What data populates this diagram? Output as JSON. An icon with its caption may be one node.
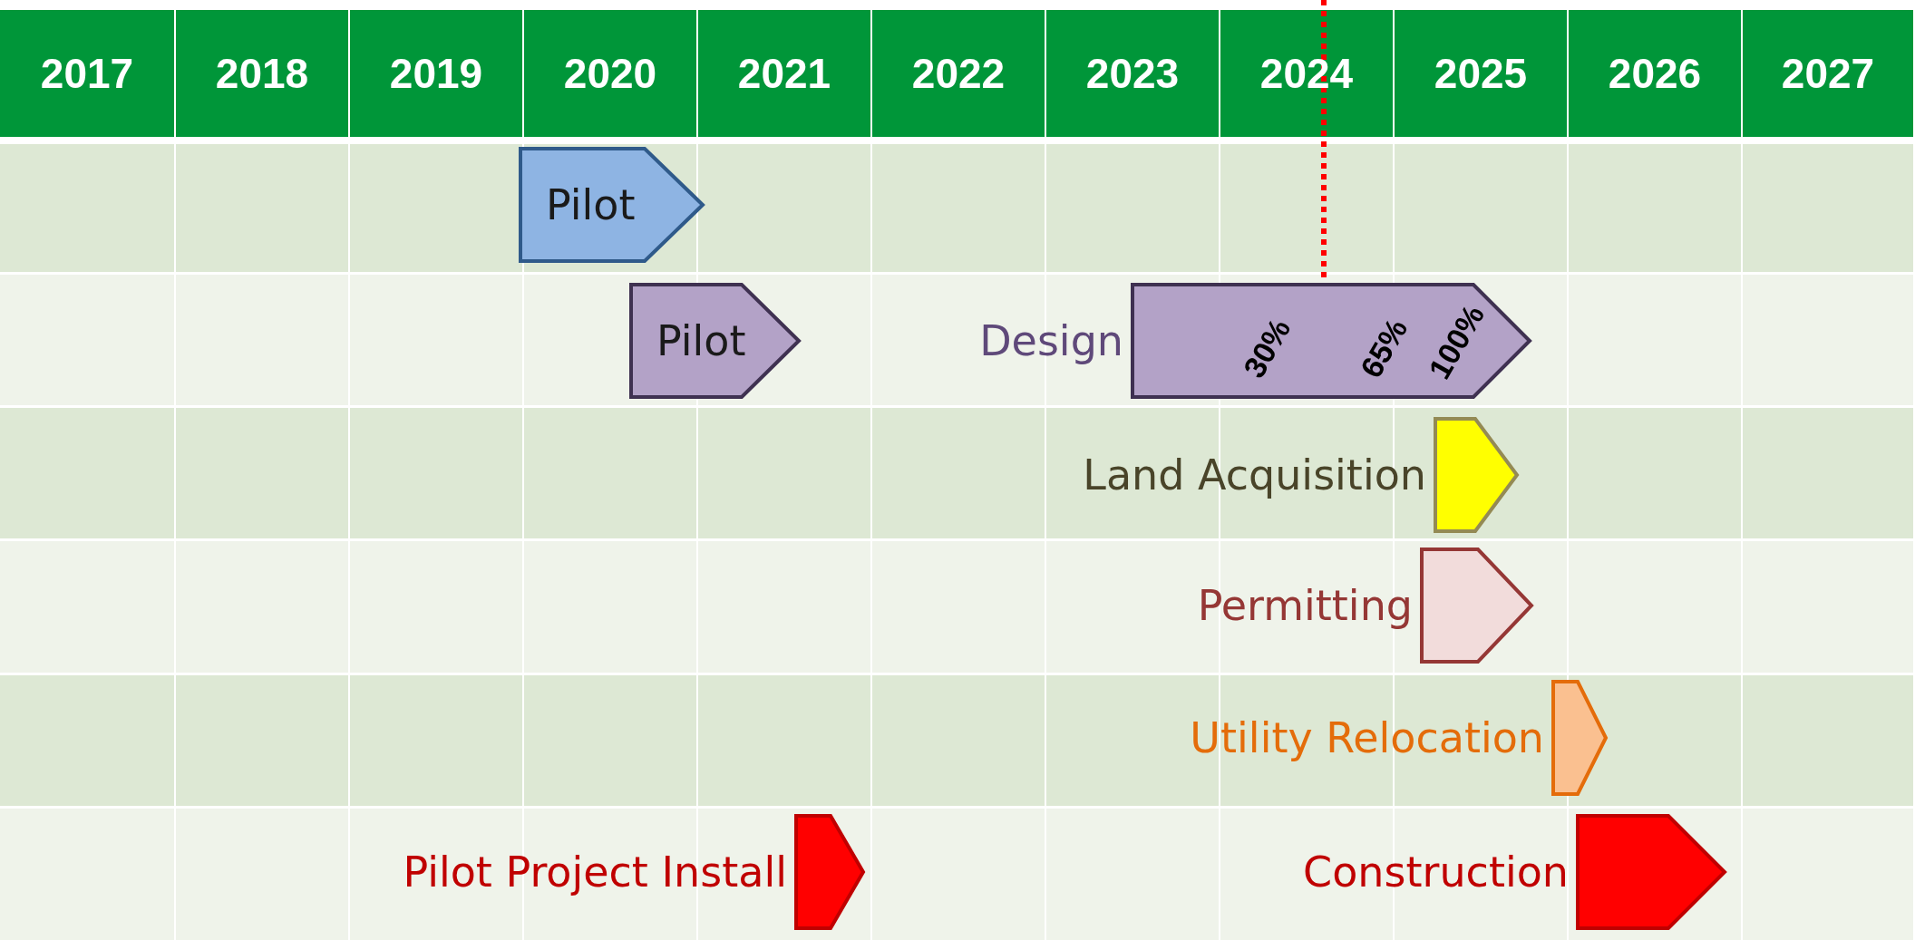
{
  "diagram": {
    "nodes": [
      {
        "text": [
          "Pilot"
        ]
      },
      {
        "text": [
          "Pilot"
        ]
      },
      {
        "text": [
          "Design",
          "30%",
          "65%",
          "100%"
        ]
      },
      {
        "text": [
          "Land Acquisition"
        ]
      },
      {
        "text": [
          "Permitting"
        ]
      },
      {
        "text": [
          "Utility Relocation"
        ]
      },
      {
        "text": [
          "Pilot Project Install"
        ]
      },
      {
        "text": [
          "Construction"
        ]
      }
    ],
    "edges": [],
    "labels": [
      "2017",
      "2018",
      "2019",
      "2020",
      "2021",
      "2022",
      "2023",
      "2024",
      "2025",
      "2026",
      "2027"
    ]
  }
}
